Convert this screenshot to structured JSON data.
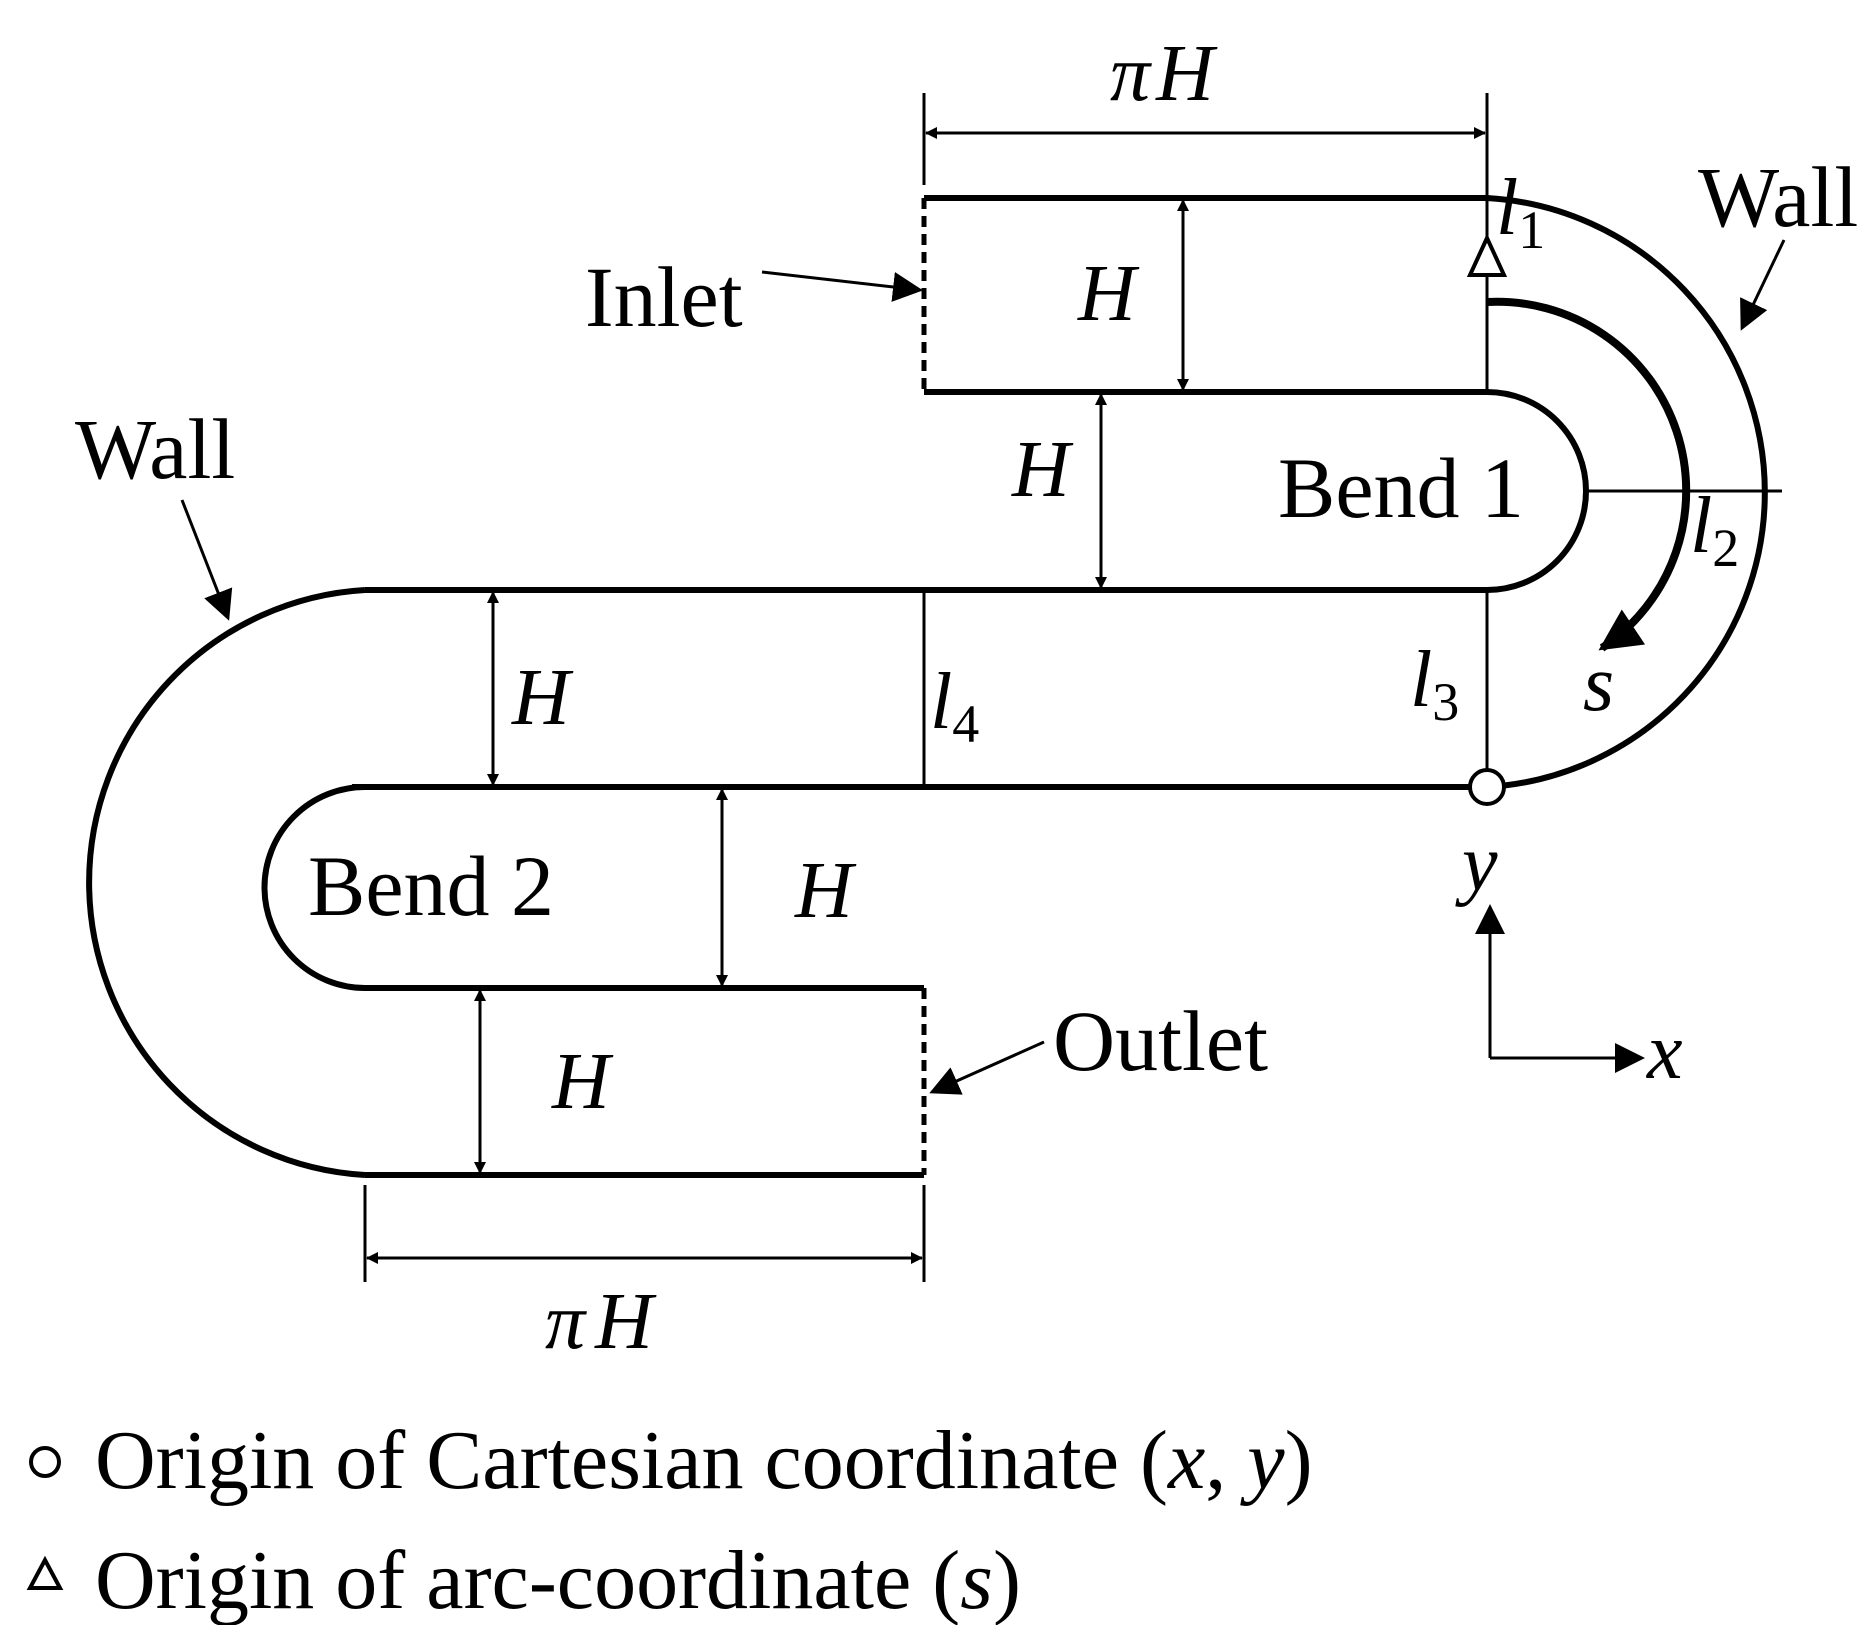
{
  "labels": {
    "inlet": "Inlet",
    "outlet": "Outlet",
    "wall_right": "Wall",
    "wall_left": "Wall",
    "bend1": "Bend 1",
    "bend2": "Bend 2"
  },
  "dimensions": {
    "pi_symbol": "π",
    "top_length": "H",
    "bottom_length": "H",
    "height_symbol": "H"
  },
  "lines": {
    "l_symbol": "l",
    "l1": "1",
    "l2": "2",
    "l3": "3",
    "l4": "4"
  },
  "axes": {
    "x": "x",
    "y": "y",
    "s": "s"
  },
  "legend": {
    "origin_cartesian_prefix": "Origin of Cartesian coordinate (",
    "origin_cartesian_x": "x",
    "origin_cartesian_sep": ", ",
    "origin_cartesian_y": "y",
    "origin_cartesian_suffix": ")",
    "origin_arc_prefix": "Origin of arc-coordinate (",
    "origin_arc_s": "s",
    "origin_arc_suffix": ")"
  }
}
